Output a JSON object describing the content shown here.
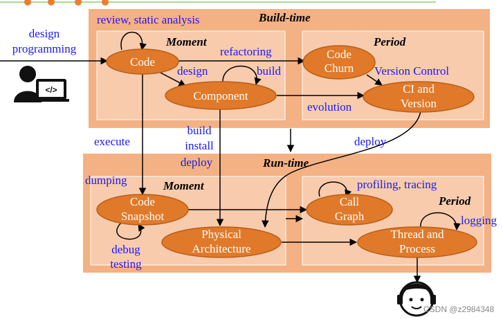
{
  "colors": {
    "region_fill": "#f4b183",
    "inner_fill": "#f8cbad",
    "node_fill": "#e07a2a",
    "node_stroke": "#b85d16",
    "label_blue": "#1a1aee",
    "top_line": "#8fcf6a",
    "top_dots": "#ed7d31"
  },
  "regions": {
    "build_time": "Build-time",
    "run_time": "Run-time",
    "build_moment": "Moment",
    "build_period": "Period",
    "run_moment": "Moment",
    "run_period": "Period"
  },
  "nodes": {
    "code": "Code",
    "component": "Component",
    "code_churn": [
      "Code",
      "Churn"
    ],
    "ci_version": [
      "CI and",
      "Version"
    ],
    "code_snapshot": [
      "Code",
      "Snapshot"
    ],
    "physical_arch": [
      "Physical",
      "Architecture"
    ],
    "call_graph": [
      "Call",
      "Graph"
    ],
    "thread_process": [
      "Thread and",
      "Process"
    ]
  },
  "labels": {
    "design_programming": [
      "design",
      "programming"
    ],
    "review_static": "review, static analysis",
    "refactoring": "refactoring",
    "design": "design",
    "build": "build",
    "version_control": "Version Control",
    "evolution": "evolution",
    "execute": "execute",
    "build_install_deploy": [
      "build",
      "install",
      "deploy"
    ],
    "deploy": "deploy",
    "dumping": "dumping",
    "profiling_tracing": "profiling, tracing",
    "logging": "logging",
    "debug_testing": [
      "debug",
      "testing"
    ]
  },
  "icons": {
    "developer": "developer-with-laptop-code-icon",
    "support": "support-agent-headset-icon"
  },
  "watermark": "CSDN @z2984348"
}
